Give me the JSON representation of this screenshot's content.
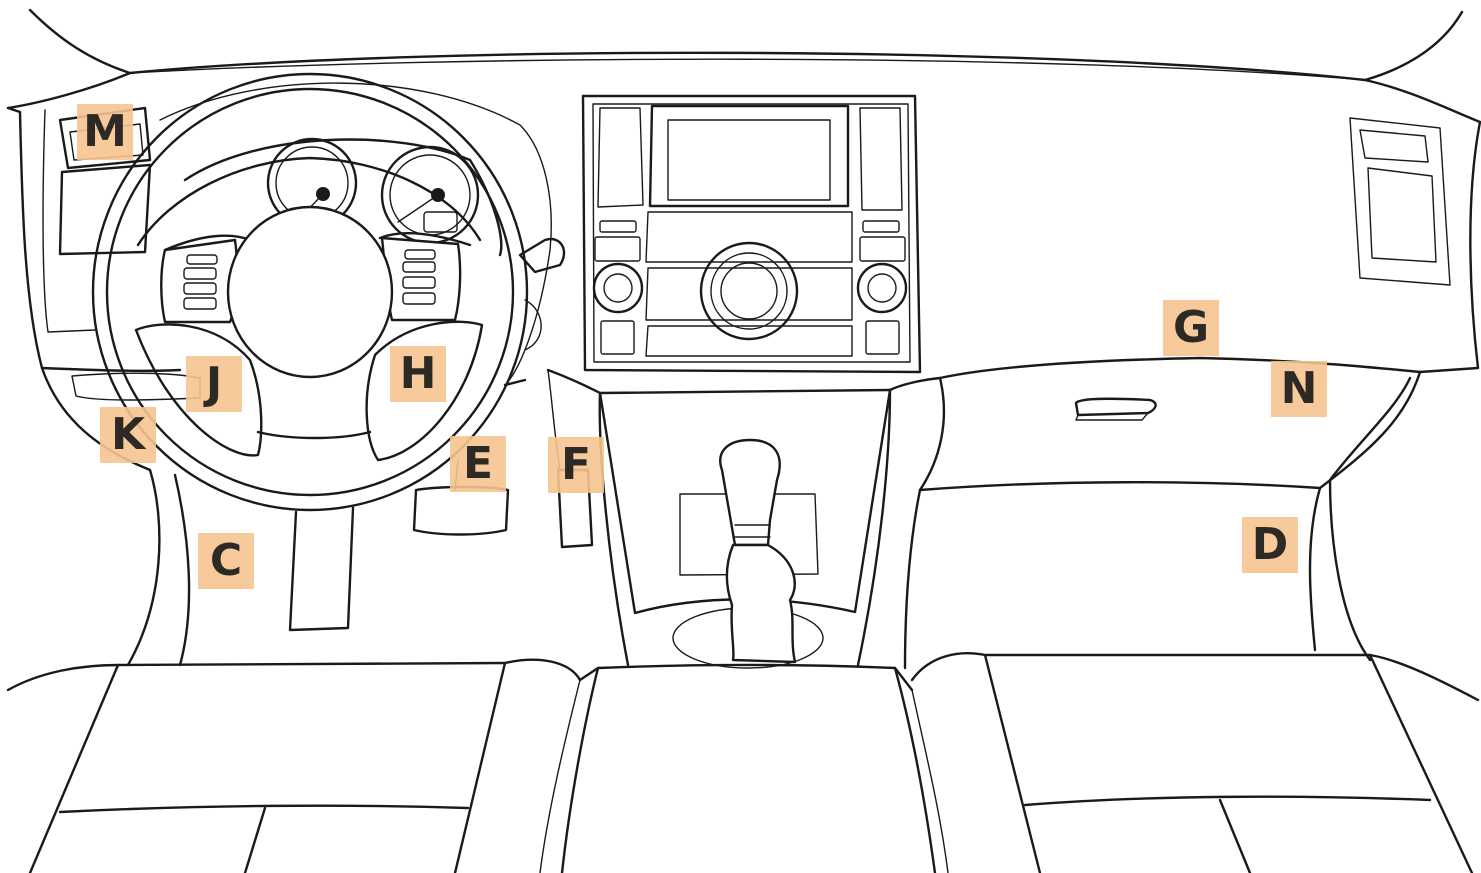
{
  "diagram": {
    "label_color": "#f5c48f",
    "line_color": "#1a1a1a",
    "labels": {
      "M": "M",
      "G": "G",
      "N": "N",
      "J": "J",
      "H": "H",
      "K": "K",
      "E": "E",
      "F": "F",
      "C": "C",
      "D": "D"
    }
  }
}
